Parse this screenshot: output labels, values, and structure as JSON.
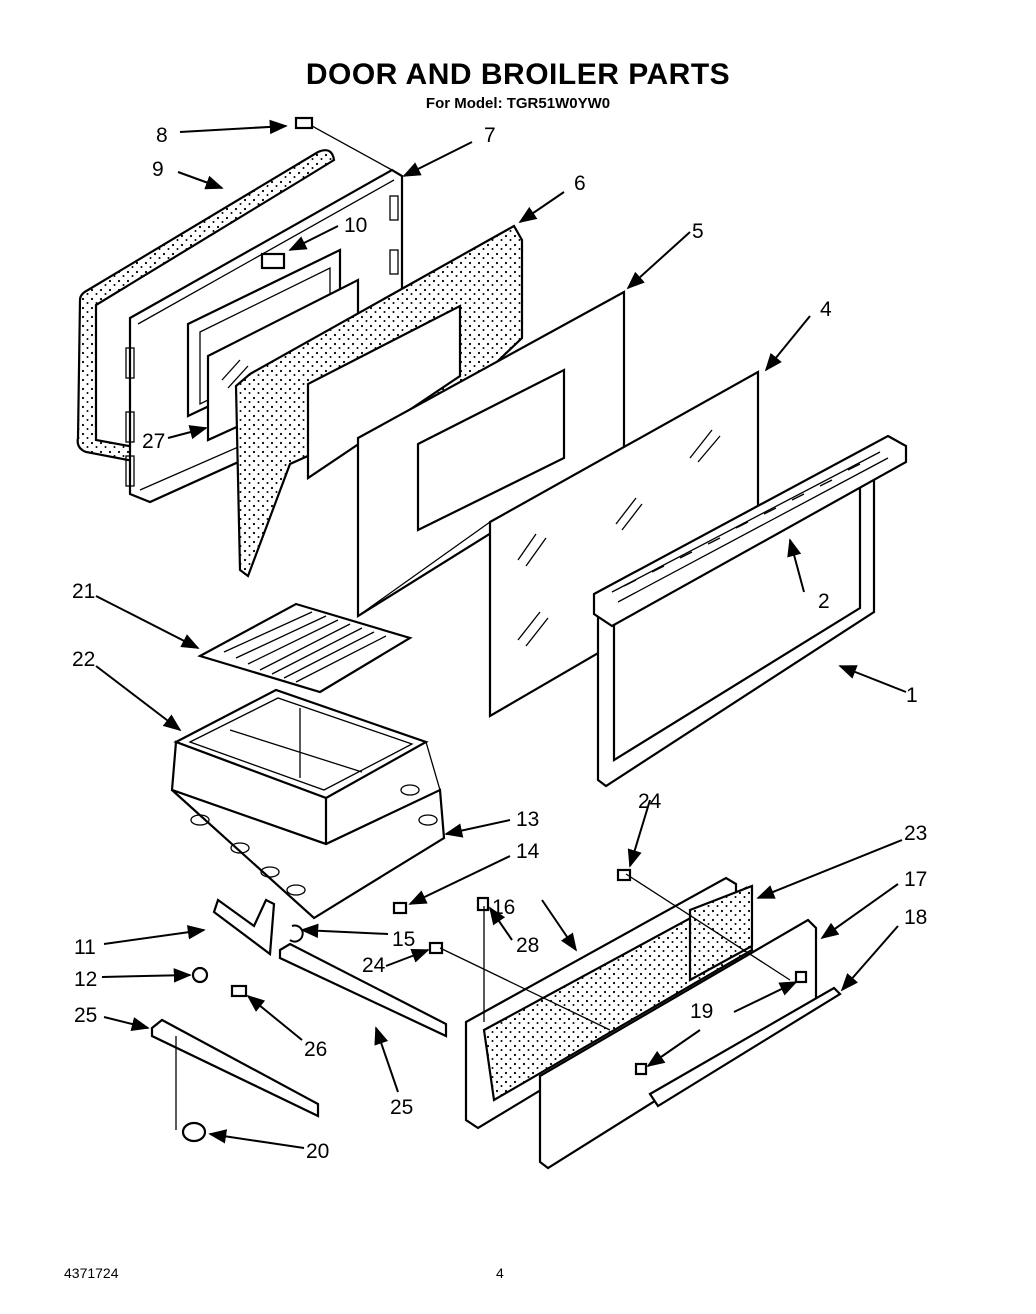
{
  "title": "DOOR AND BROILER PARTS",
  "subtitle": "For Model: TGR51W0YW0",
  "footer": {
    "doc_number": "4371724",
    "page_number": "4"
  },
  "callouts": [
    "1",
    "2",
    "4",
    "5",
    "6",
    "7",
    "8",
    "9",
    "10",
    "11",
    "12",
    "13",
    "14",
    "15",
    "16",
    "17",
    "18",
    "19",
    "20",
    "21",
    "22",
    "23",
    "24",
    "24",
    "25",
    "25",
    "26",
    "27",
    "28"
  ]
}
